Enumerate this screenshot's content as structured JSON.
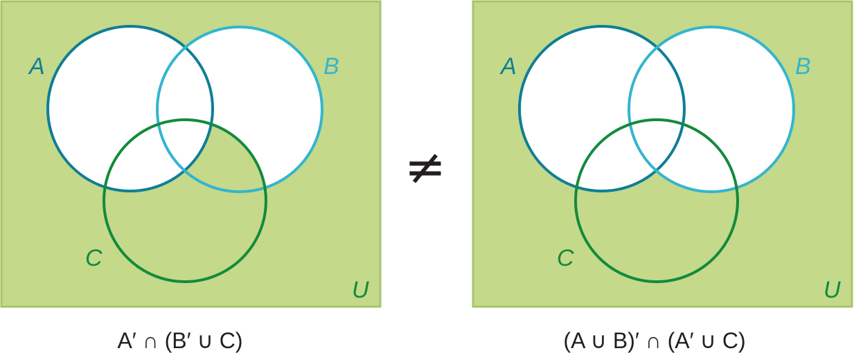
{
  "colors": {
    "universe_fill": "#c4d98a",
    "universe_stroke": "#a6c56a",
    "set_a": "#0f7e96",
    "set_b": "#33b5cf",
    "set_c": "#138a3c",
    "text": "#231f20"
  },
  "symbol": "≠",
  "left": {
    "labels": {
      "a": "A",
      "b": "B",
      "c": "C",
      "u": "U"
    },
    "caption": "A′ ∩ (B′ ∪ C)"
  },
  "right": {
    "labels": {
      "a": "A",
      "b": "B",
      "c": "C",
      "u": "U"
    },
    "caption": "(A ∪ B)′ ∩ (A′ ∪ C)"
  }
}
